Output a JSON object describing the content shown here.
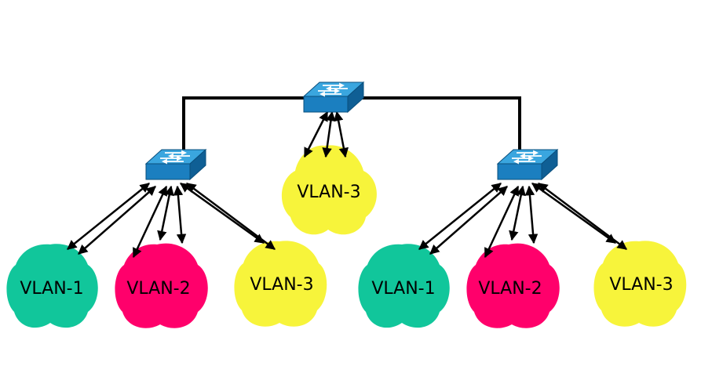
{
  "colors": {
    "vlan1": "#11c69b",
    "vlan2": "#ff006b",
    "vlan3": "#f7f43b",
    "switch_top": "#3aa6df",
    "switch_front": "#1b7fc0",
    "switch_side": "#0f5f95",
    "line": "#000000"
  },
  "switches": [
    {
      "id": "core",
      "icon": "switch-icon"
    },
    {
      "id": "left",
      "icon": "switch-icon"
    },
    {
      "id": "right",
      "icon": "switch-icon"
    }
  ],
  "clouds": [
    {
      "id": "core-vlan3",
      "label": "VLAN-3",
      "vlan": "vlan3"
    },
    {
      "id": "left-vlan1",
      "label": "VLAN-1",
      "vlan": "vlan1"
    },
    {
      "id": "left-vlan2",
      "label": "VLAN-2",
      "vlan": "vlan2"
    },
    {
      "id": "left-vlan3",
      "label": "VLAN-3",
      "vlan": "vlan3"
    },
    {
      "id": "right-vlan1",
      "label": "VLAN-1",
      "vlan": "vlan1"
    },
    {
      "id": "right-vlan2",
      "label": "VLAN-2",
      "vlan": "vlan2"
    },
    {
      "id": "right-vlan3",
      "label": "VLAN-3",
      "vlan": "vlan3"
    }
  ]
}
